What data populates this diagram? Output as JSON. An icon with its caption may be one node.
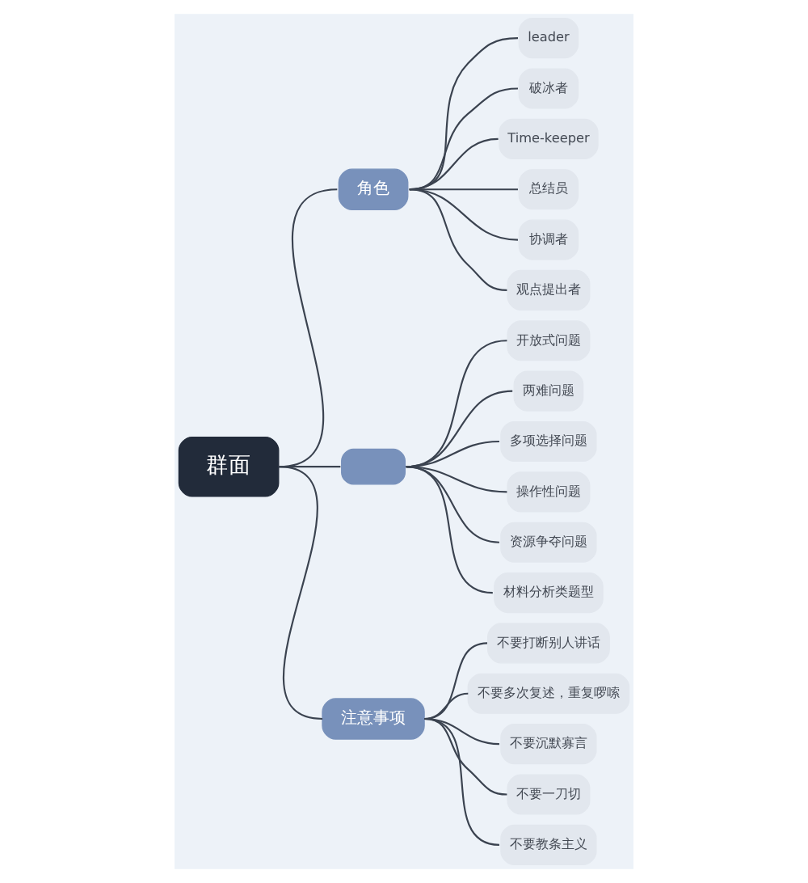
{
  "diagram": {
    "nodes": [
      {
        "text": [
          "群面"
        ]
      },
      {
        "text": [
          "角色"
        ]
      },
      {
        "text": [
          "leader"
        ]
      },
      {
        "text": [
          "破冰者"
        ]
      },
      {
        "text": [
          "Time-keeper"
        ]
      },
      {
        "text": [
          "总结员"
        ]
      },
      {
        "text": [
          "协调者"
        ]
      },
      {
        "text": [
          "观点提出者"
        ]
      },
      {
        "text": [],
        "shape": "box"
      },
      {
        "text": [
          "开放式问题"
        ]
      },
      {
        "text": [
          "两难问题"
        ]
      },
      {
        "text": [
          "多项选择问题"
        ]
      },
      {
        "text": [
          "操作性问题"
        ]
      },
      {
        "text": [
          "资源争夺问题"
        ]
      },
      {
        "text": [
          "材料分析类题型"
        ]
      },
      {
        "text": [
          "注意事项"
        ]
      },
      {
        "text": [
          "不要打断别人讲话"
        ]
      },
      {
        "text": [
          "不要多次复述，重复啰嗦"
        ]
      },
      {
        "text": [
          "不要沉默寡言"
        ]
      },
      {
        "text": [
          "不要一刀切"
        ]
      },
      {
        "text": [
          "不要教条主义"
        ]
      }
    ],
    "edges": [
      {
        "from": 0,
        "to": 1,
        "arrow": "none"
      },
      {
        "from": 1,
        "to": 2,
        "arrow": "none"
      },
      {
        "from": 1,
        "to": 3,
        "arrow": "none"
      },
      {
        "from": 1,
        "to": 4,
        "arrow": "none"
      },
      {
        "from": 1,
        "to": 5,
        "arrow": "none"
      },
      {
        "from": 1,
        "to": 6,
        "arrow": "none"
      },
      {
        "from": 1,
        "to": 7,
        "arrow": "none"
      },
      {
        "from": 0,
        "to": 8,
        "arrow": "none"
      },
      {
        "from": 8,
        "to": 9,
        "arrow": "none"
      },
      {
        "from": 8,
        "to": 10,
        "arrow": "none"
      },
      {
        "from": 8,
        "to": 11,
        "arrow": "none"
      },
      {
        "from": 8,
        "to": 12,
        "arrow": "none"
      },
      {
        "from": 8,
        "to": 13,
        "arrow": "none"
      },
      {
        "from": 8,
        "to": 14,
        "arrow": "none"
      },
      {
        "from": 0,
        "to": 15,
        "arrow": "none"
      },
      {
        "from": 15,
        "to": 16,
        "arrow": "none"
      },
      {
        "from": 15,
        "to": 17,
        "arrow": "none"
      },
      {
        "from": 15,
        "to": 18,
        "arrow": "none"
      },
      {
        "from": 15,
        "to": 19,
        "arrow": "none"
      },
      {
        "from": 15,
        "to": 20,
        "arrow": "none"
      }
    ]
  }
}
